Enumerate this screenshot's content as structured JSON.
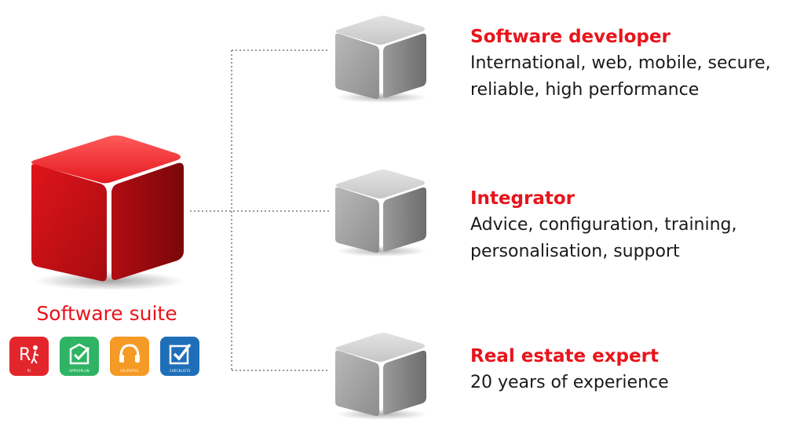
{
  "suite": {
    "label": "Software suite",
    "apps": [
      {
        "icon": "ri-icon",
        "caption": "RI",
        "color": "#e3262b"
      },
      {
        "icon": "approplan-icon",
        "caption": "APPROPLAN",
        "color": "#2fb463"
      },
      {
        "icon": "helpsites-icon",
        "caption": "HELPSITES",
        "color": "#f49a25"
      },
      {
        "icon": "checklists-icon",
        "caption": "CHECKLISTS",
        "color": "#1f6fb8"
      }
    ]
  },
  "roles": [
    {
      "title": "Software developer",
      "lines": [
        "International, web, mobile, secure,",
        "reliable, high performance"
      ]
    },
    {
      "title": "Integrator",
      "lines": [
        "Advice, configuration, training,",
        "personalisation, support"
      ]
    },
    {
      "title": "Real estate expert",
      "lines": [
        "20 years of experience"
      ]
    }
  ],
  "colors": {
    "accent": "#e8141b",
    "cube_red": "#d40f16",
    "cube_grey": "#a9a9a9",
    "connector": "#9a9a9a"
  }
}
